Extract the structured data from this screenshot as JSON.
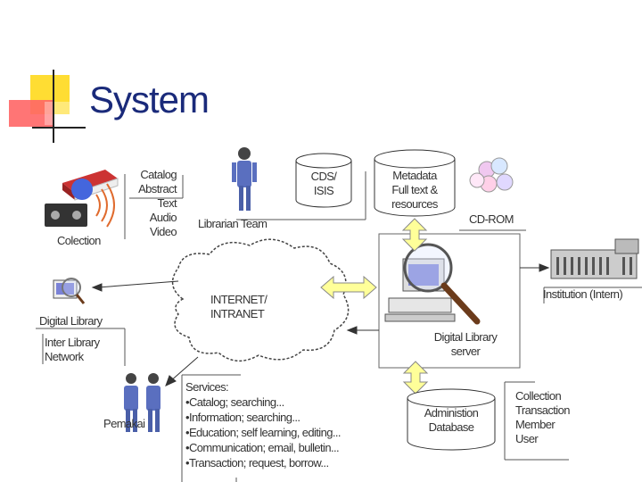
{
  "title": "System",
  "collection": {
    "label": "Colection",
    "items": [
      "Catalog",
      "Abstract",
      "Text",
      "Audio",
      "Video"
    ]
  },
  "librarian_team": "Librarian Team",
  "cds_isis": [
    "CDS/",
    "ISIS"
  ],
  "metadata": [
    "Metadata",
    "Full text &",
    "resources"
  ],
  "cd_rom": "CD-ROM",
  "institution": "Institution (Intern)",
  "digital_library": "Digital Library",
  "inter_library": [
    "Inter Library",
    "Network"
  ],
  "internet": [
    "INTERNET/",
    "INTRANET"
  ],
  "server": [
    "Digital Library",
    "server"
  ],
  "pemakai": "Pemakai",
  "services": {
    "heading": "Services:",
    "items": [
      "•Catalog; searching...",
      "•Information; searching...",
      "•Education; self learning, editing...",
      "•Communication; email, bulletin...",
      "•Transaction; request, borrow..."
    ]
  },
  "admin_db": [
    "Administion",
    "Database"
  ],
  "admin_list": [
    "Collection",
    "Transaction",
    "Member",
    "User"
  ],
  "colors": {
    "title": "#1a2a7a",
    "arrow_fill": "#ffff99",
    "arrow_stroke": "#888888",
    "logo_red": "#ff5555",
    "logo_yellow": "#ffdd33"
  }
}
